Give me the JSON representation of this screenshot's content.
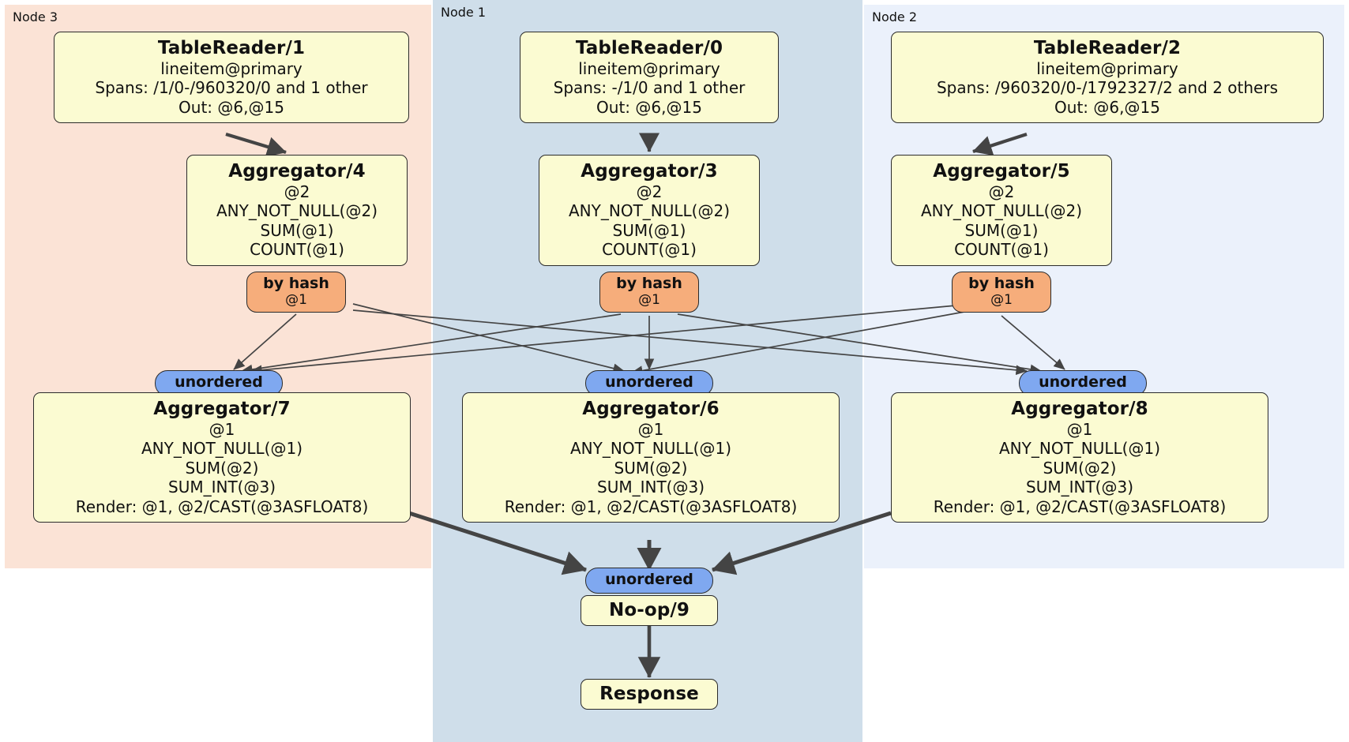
{
  "diagram": {
    "type": "distributed-query-plan",
    "colors": {
      "node3_panel": "#fbe3d6",
      "node1_panel": "#cfdeea",
      "node2_panel": "#ebf1fb",
      "processor_box": "#fbfbd2",
      "hash_router": "#f6ad7b",
      "unordered_sync": "#7fa8f0",
      "edge": "#444444",
      "border": "#2b2b2b"
    }
  },
  "panels": [
    {
      "label": "Node 3"
    },
    {
      "label": "Node 1"
    },
    {
      "label": "Node 2"
    }
  ],
  "readers": [
    {
      "title": "TableReader/1",
      "table": "lineitem@primary",
      "spans": "Spans: /1/0-/960320/0 and 1 other",
      "out": "Out: @6,@15"
    },
    {
      "title": "TableReader/0",
      "table": "lineitem@primary",
      "spans": "Spans: -/1/0 and 1 other",
      "out": "Out: @6,@15"
    },
    {
      "title": "TableReader/2",
      "table": "lineitem@primary",
      "spans": "Spans: /960320/0-/1792327/2 and 2 others",
      "out": "Out: @6,@15"
    }
  ],
  "stage_aggregators": [
    {
      "title": "Aggregator/4",
      "group": "@2",
      "agg1": "ANY_NOT_NULL(@2)",
      "agg2": "SUM(@1)",
      "agg3": "COUNT(@1)"
    },
    {
      "title": "Aggregator/3",
      "group": "@2",
      "agg1": "ANY_NOT_NULL(@2)",
      "agg2": "SUM(@1)",
      "agg3": "COUNT(@1)"
    },
    {
      "title": "Aggregator/5",
      "group": "@2",
      "agg1": "ANY_NOT_NULL(@2)",
      "agg2": "SUM(@1)",
      "agg3": "COUNT(@1)"
    }
  ],
  "hash_routers": [
    {
      "label": "by hash",
      "cols": "@1"
    },
    {
      "label": "by hash",
      "cols": "@1"
    },
    {
      "label": "by hash",
      "cols": "@1"
    }
  ],
  "sync_badges": [
    {
      "label": "unordered"
    },
    {
      "label": "unordered"
    },
    {
      "label": "unordered"
    }
  ],
  "final_aggregators": [
    {
      "title": "Aggregator/7",
      "group": "@1",
      "agg1": "ANY_NOT_NULL(@1)",
      "agg2": "SUM(@2)",
      "agg3": "SUM_INT(@3)",
      "render": "Render: @1, @2/CAST(@3ASFLOAT8)"
    },
    {
      "title": "Aggregator/6",
      "group": "@1",
      "agg1": "ANY_NOT_NULL(@1)",
      "agg2": "SUM(@2)",
      "agg3": "SUM_INT(@3)",
      "render": "Render: @1, @2/CAST(@3ASFLOAT8)"
    },
    {
      "title": "Aggregator/8",
      "group": "@1",
      "agg1": "ANY_NOT_NULL(@1)",
      "agg2": "SUM(@2)",
      "agg3": "SUM_INT(@3)",
      "render": "Render: @1, @2/CAST(@3ASFLOAT8)"
    }
  ],
  "final_sync": {
    "label": "unordered"
  },
  "noop": {
    "title": "No-op/9"
  },
  "response": {
    "title": "Response"
  }
}
